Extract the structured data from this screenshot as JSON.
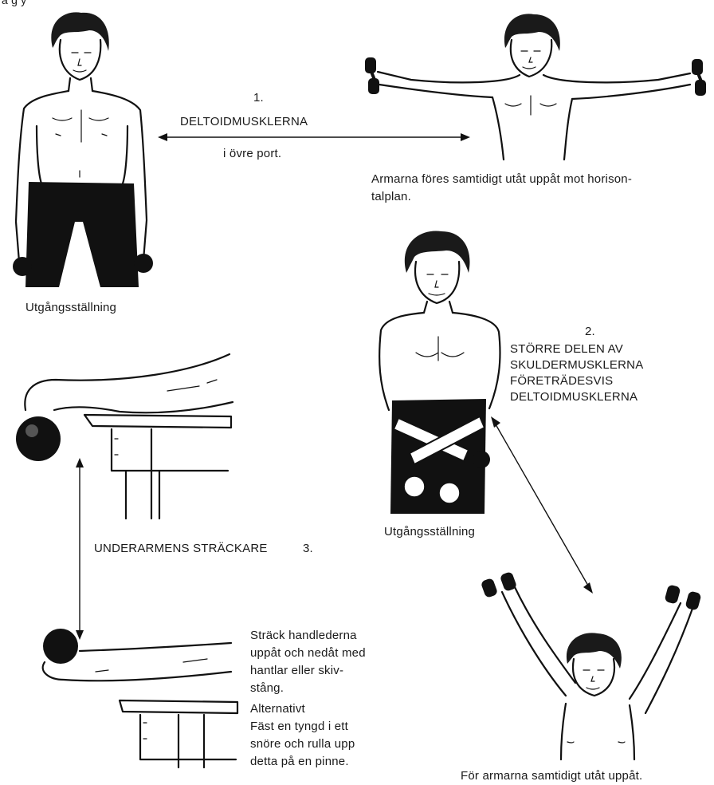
{
  "top_partial_text": "a   g   y   ",
  "exercise1": {
    "number": "1.",
    "muscle": "DELTOIDMUSKLERNA",
    "sub": "i övre port.",
    "caption_line1": "Armarna föres samtidigt utåt uppåt mot horison-",
    "caption_line2": "talplan.",
    "start_label": "Utgångsställning"
  },
  "exercise2": {
    "number": "2.",
    "line1": "STÖRRE DELEN AV",
    "line2": "SKULDERMUSKLERNA",
    "line3": "FÖRETRÄDESVIS",
    "line4": "DELTOIDMUSKLERNA",
    "start_label": "Utgångsställning",
    "caption": "För armarna samtidigt utåt uppåt."
  },
  "exercise3": {
    "label": "UNDERARMENS STRÄCKARE",
    "number": "3.",
    "desc_line1": "Sträck handlederna",
    "desc_line2": "uppåt och nedåt med",
    "desc_line3": "hantlar eller skiv-",
    "desc_line4": "stång.",
    "alt_title": "Alternativt",
    "alt_line1": "Fäst en tyngd i ett",
    "alt_line2": "snöre och rulla upp",
    "alt_line3": "detta på en pinne."
  }
}
